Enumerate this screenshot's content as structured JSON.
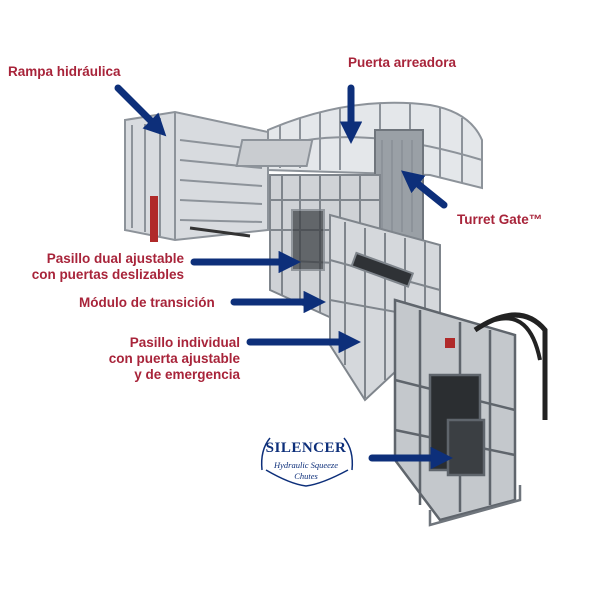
{
  "labels": {
    "ramp": "Rampa hidráulica",
    "crowd_gate": "Puerta arreadora",
    "turret_gate": "Turret Gate™",
    "dual_alley_1": "Pasillo dual ajustable",
    "dual_alley_2": "con puertas deslizables",
    "transition": "Módulo de transición",
    "single_alley_1": "Pasillo individual",
    "single_alley_2": "con puerta ajustable",
    "single_alley_3": "y de emergencia"
  },
  "logo": {
    "name": "SILENCER",
    "line1": "Hydraulic Squeeze",
    "line2": "Chutes"
  },
  "colors": {
    "label": "#a8243a",
    "arrow": "#0d2f7a",
    "steel": "#b9bec4",
    "steel_dark": "#6f757c",
    "hydraulic": "#b02a2a"
  }
}
